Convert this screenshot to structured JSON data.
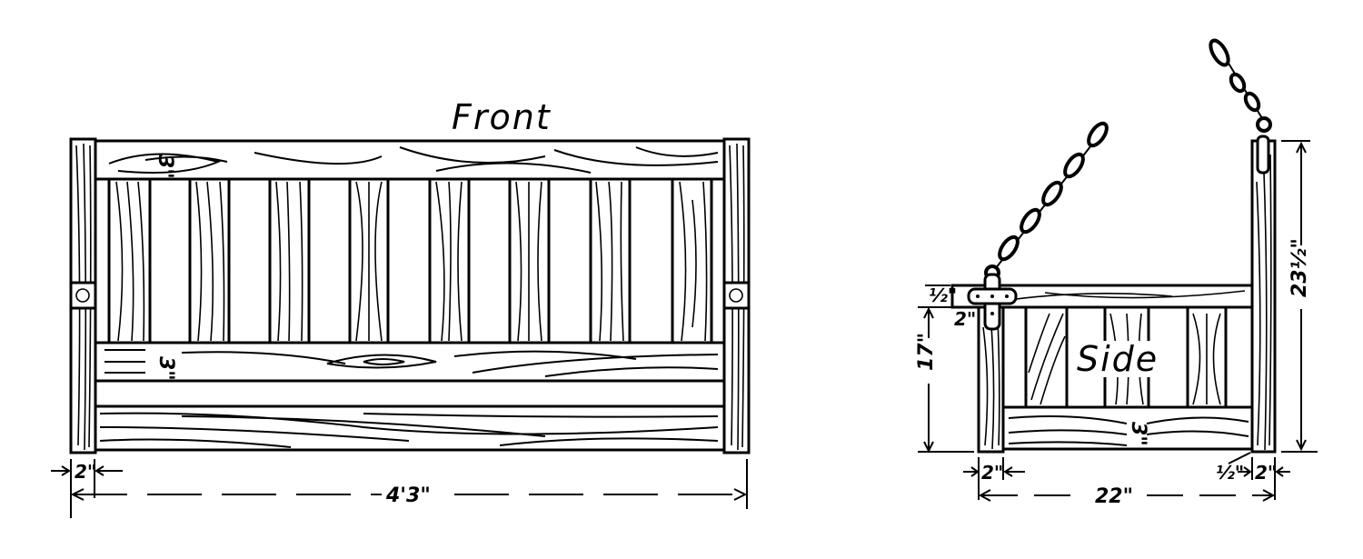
{
  "drawing": {
    "subject": "Porch swing construction drawing",
    "views": [
      {
        "id": "front",
        "title": "Front",
        "dimensions": {
          "overall_length": "4'3\"",
          "post_width": "2\"",
          "top_rail_height": "3\"",
          "seat_rail_height": "3\""
        },
        "slat_count": 8
      },
      {
        "id": "side",
        "title": "Side",
        "dimensions": {
          "overall_depth": "22\"",
          "front_post_width": "2\"",
          "back_post_width": "2\"",
          "arm_thickness": "1/2\"",
          "bracket_offset": "2\"",
          "seat_height": "17\"",
          "back_height": "23 1/2\"",
          "bottom_rail_height": "3\"",
          "gap": "1/2\""
        },
        "slat_count": 3
      }
    ]
  },
  "labels": {
    "front_title": "Front",
    "side_title": "Side",
    "front_overall": "4'3\"",
    "front_post": "2\"",
    "front_top_rail": "3\"",
    "front_seat_rail": "3\"",
    "side_overall": "22\"",
    "side_front_post": "2\"",
    "side_back_post": "2\"",
    "side_half": "½\"",
    "side_bracket": "2\"",
    "side_seat_height": "17\"",
    "side_back_height": "23½\"",
    "side_arm": "½\"",
    "side_rail": "3\""
  }
}
